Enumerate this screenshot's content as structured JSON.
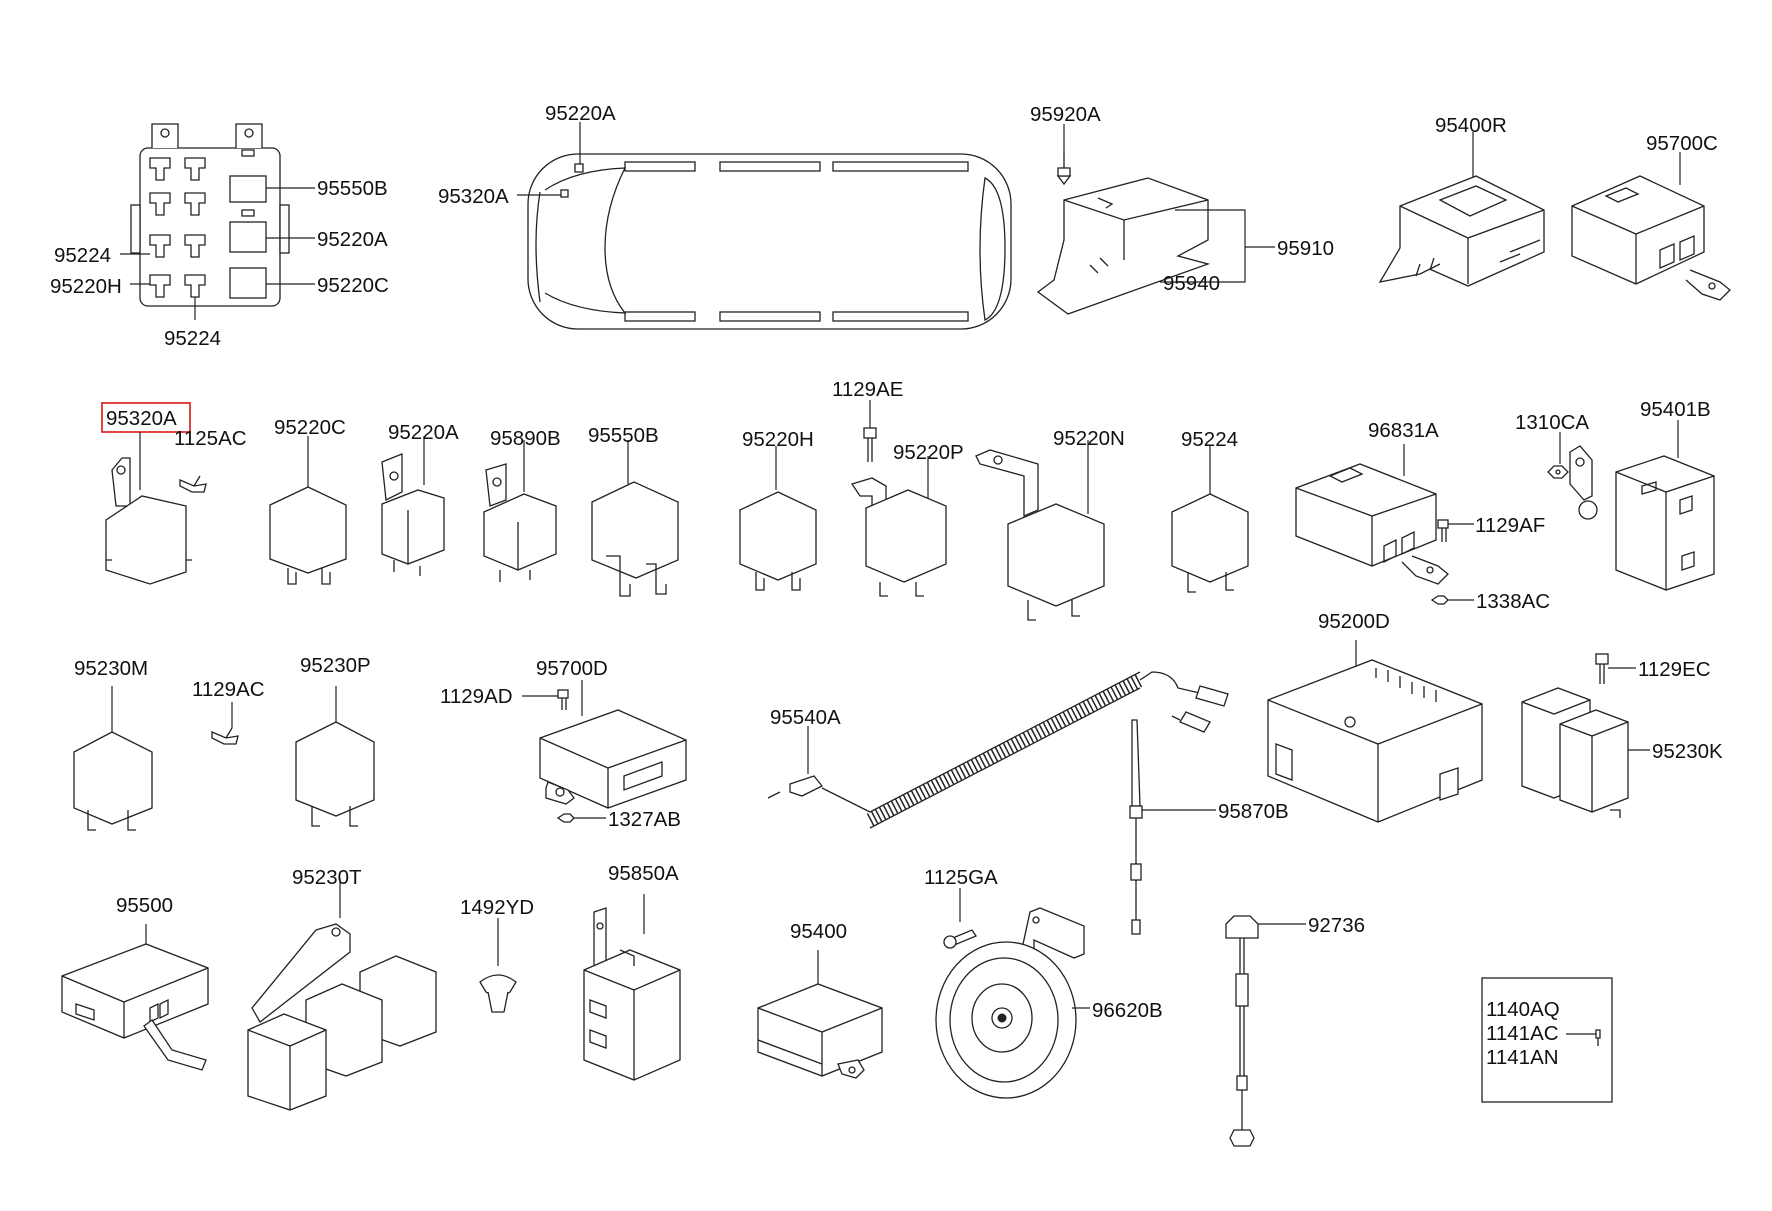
{
  "labels": {
    "fuse_block": {
      "a": "95550B",
      "b": "95220A",
      "c": "95220C",
      "d": "95224",
      "e": "95220H",
      "f": "95224"
    },
    "van": {
      "a": "95220A",
      "b": "95320A"
    },
    "airbag": {
      "a": "95920A",
      "b": "95910",
      "c": "95940"
    },
    "top_right": {
      "a": "95400R",
      "b": "95700C"
    },
    "relays_row": {
      "r1": "95320A",
      "r1_bolt": "1125AC",
      "r2": "95220C",
      "r3": "95220A",
      "r4": "95890B",
      "r5": "95550B",
      "r6": "95220H",
      "r7_bolt": "1129AE",
      "r7": "95220P",
      "r8": "95220N",
      "r9": "95224",
      "m1": "96831A",
      "m1_bolt": "1129AF",
      "m1_nut": "1338AC",
      "n_nut": "1310CA",
      "n1": "95401B"
    },
    "row3": {
      "a": "95230M",
      "a_bolt": "1129AC",
      "b": "95230P",
      "c": "95700D",
      "c_bolt": "1129AD",
      "c_nut": "1327AB",
      "d": "95540A",
      "e": "95200D",
      "e_bolt": "1129EC",
      "f": "95230K",
      "g": "95870B"
    },
    "row4": {
      "a": "95500",
      "b": "95230T",
      "c": "1492YD",
      "d": "95850A",
      "e": "95400",
      "f_bolt": "1125GA",
      "f": "96620B",
      "g": "92736"
    },
    "box": {
      "l1": "1140AQ",
      "l2": "1141AC",
      "l3": "1141AN"
    }
  }
}
